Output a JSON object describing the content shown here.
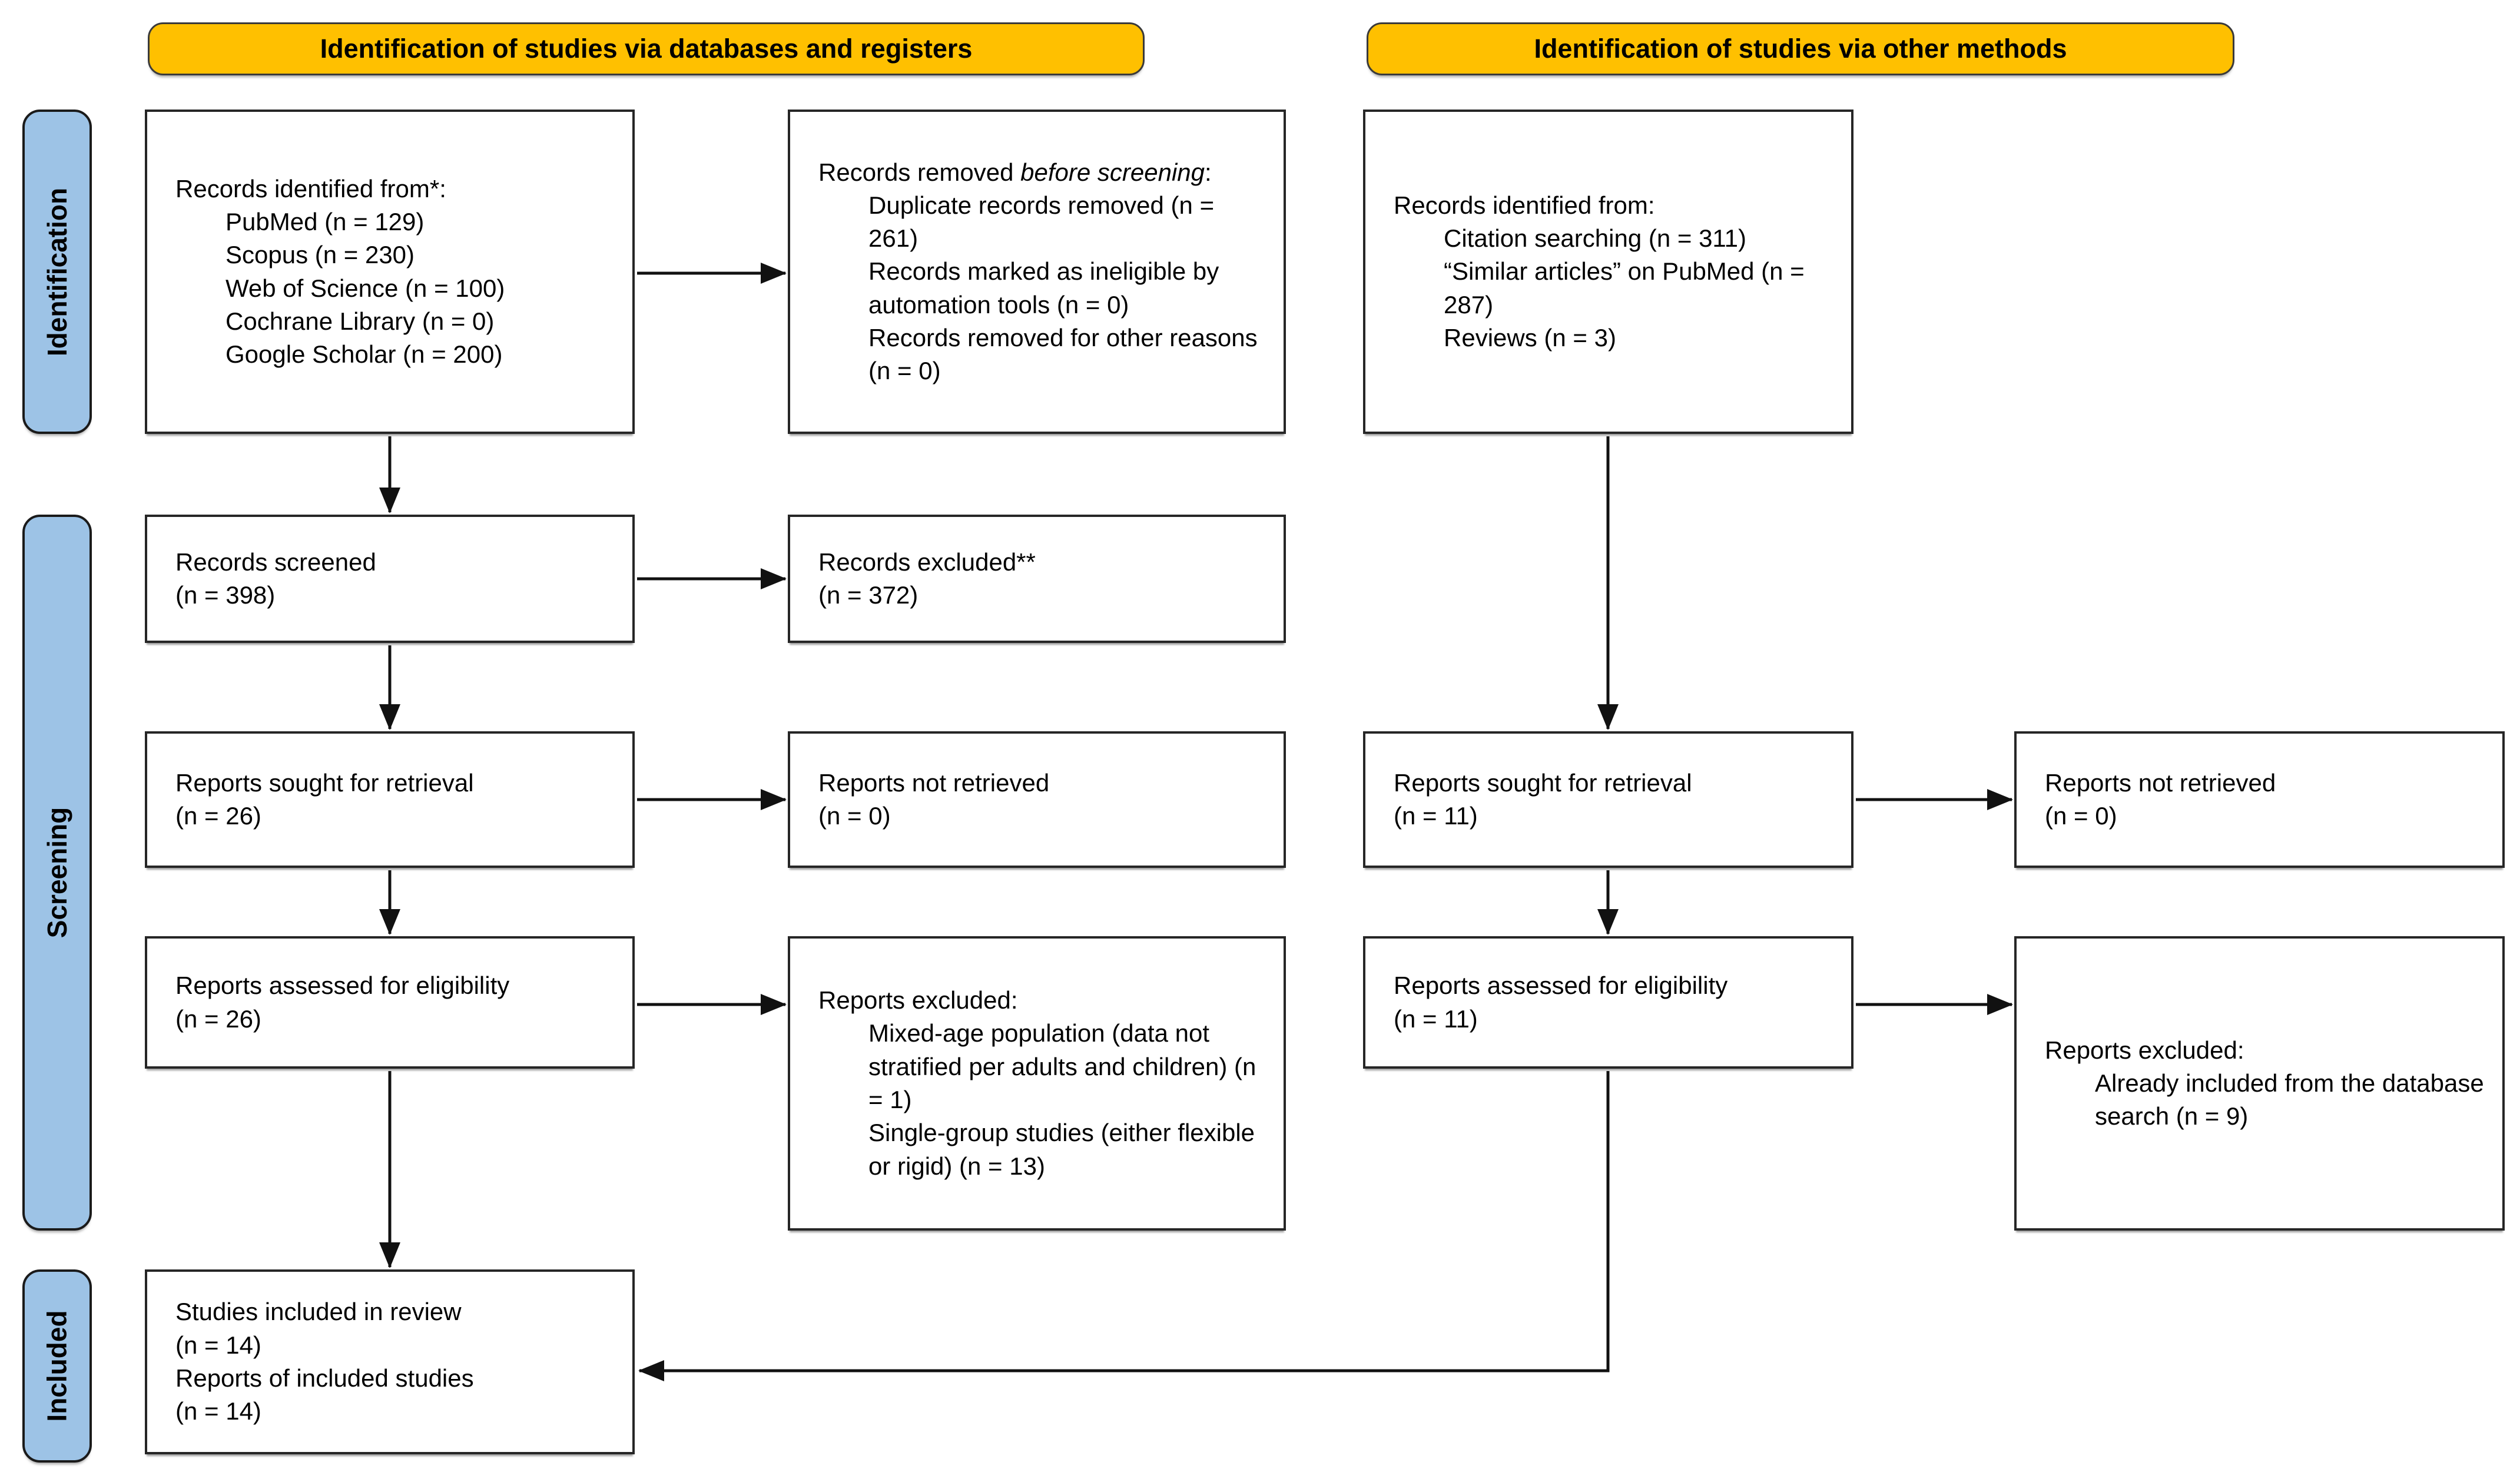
{
  "headers": [
    {
      "label": "Identification of studies via databases and registers"
    },
    {
      "label": "Identification of studies via other methods"
    }
  ],
  "sidebar": [
    {
      "label": "Identification"
    },
    {
      "label": "Screening"
    },
    {
      "label": "Included"
    }
  ],
  "colors": {
    "header_bg": "#FFC000",
    "sidebar_bg": "#9DC3E6",
    "box_border": "#262626",
    "arrow": "#111111"
  },
  "boxes": {
    "db_identified": {
      "title": "Records identified from*:",
      "items": [
        "PubMed (n = 129)",
        "Scopus (n = 230)",
        "Web of Science (n = 100)",
        "Cochrane Library (n = 0)",
        "Google Scholar (n = 200)"
      ]
    },
    "removed_before": {
      "title_prefix": "Records removed ",
      "title_italic": "before screening",
      "title_suffix": ":",
      "items": [
        "Duplicate records removed (n = 261)",
        "Records marked as ineligible by automation tools (n = 0)",
        "Records removed for other reasons (n = 0)"
      ]
    },
    "records_screened": {
      "lines": [
        "Records screened",
        "(n = 398)"
      ]
    },
    "records_excluded": {
      "lines": [
        "Records excluded**",
        "(n = 372)"
      ]
    },
    "reports_sought_db": {
      "lines": [
        "Reports sought for retrieval",
        "(n = 26)"
      ]
    },
    "reports_not_retrieved_db": {
      "lines": [
        "Reports not retrieved",
        "(n = 0)"
      ]
    },
    "reports_assessed_db": {
      "lines": [
        "Reports assessed for eligibility",
        "(n = 26)"
      ]
    },
    "reports_excluded_db": {
      "title": "Reports excluded:",
      "items": [
        "Mixed-age population (data not stratified per adults and children) (n = 1)",
        "Single-group studies (either flexible or rigid) (n = 13)"
      ]
    },
    "included": {
      "lines": [
        "Studies included in review",
        "(n = 14)",
        "Reports of included studies",
        "(n = 14)"
      ]
    },
    "other_identified": {
      "title": "Records identified from:",
      "items": [
        "Citation searching (n = 311)",
        "“Similar articles” on PubMed (n = 287)",
        "Reviews (n = 3)"
      ]
    },
    "reports_sought_other": {
      "lines": [
        "Reports sought for retrieval",
        "(n = 11)"
      ]
    },
    "reports_not_retrieved_other": {
      "lines": [
        "Reports not retrieved",
        "(n = 0)"
      ]
    },
    "reports_assessed_other": {
      "lines": [
        "Reports assessed for eligibility",
        "(n = 11)"
      ]
    },
    "reports_excluded_other": {
      "title": "Reports excluded:",
      "items": [
        "Already included from the database search (n = 9)"
      ]
    }
  }
}
